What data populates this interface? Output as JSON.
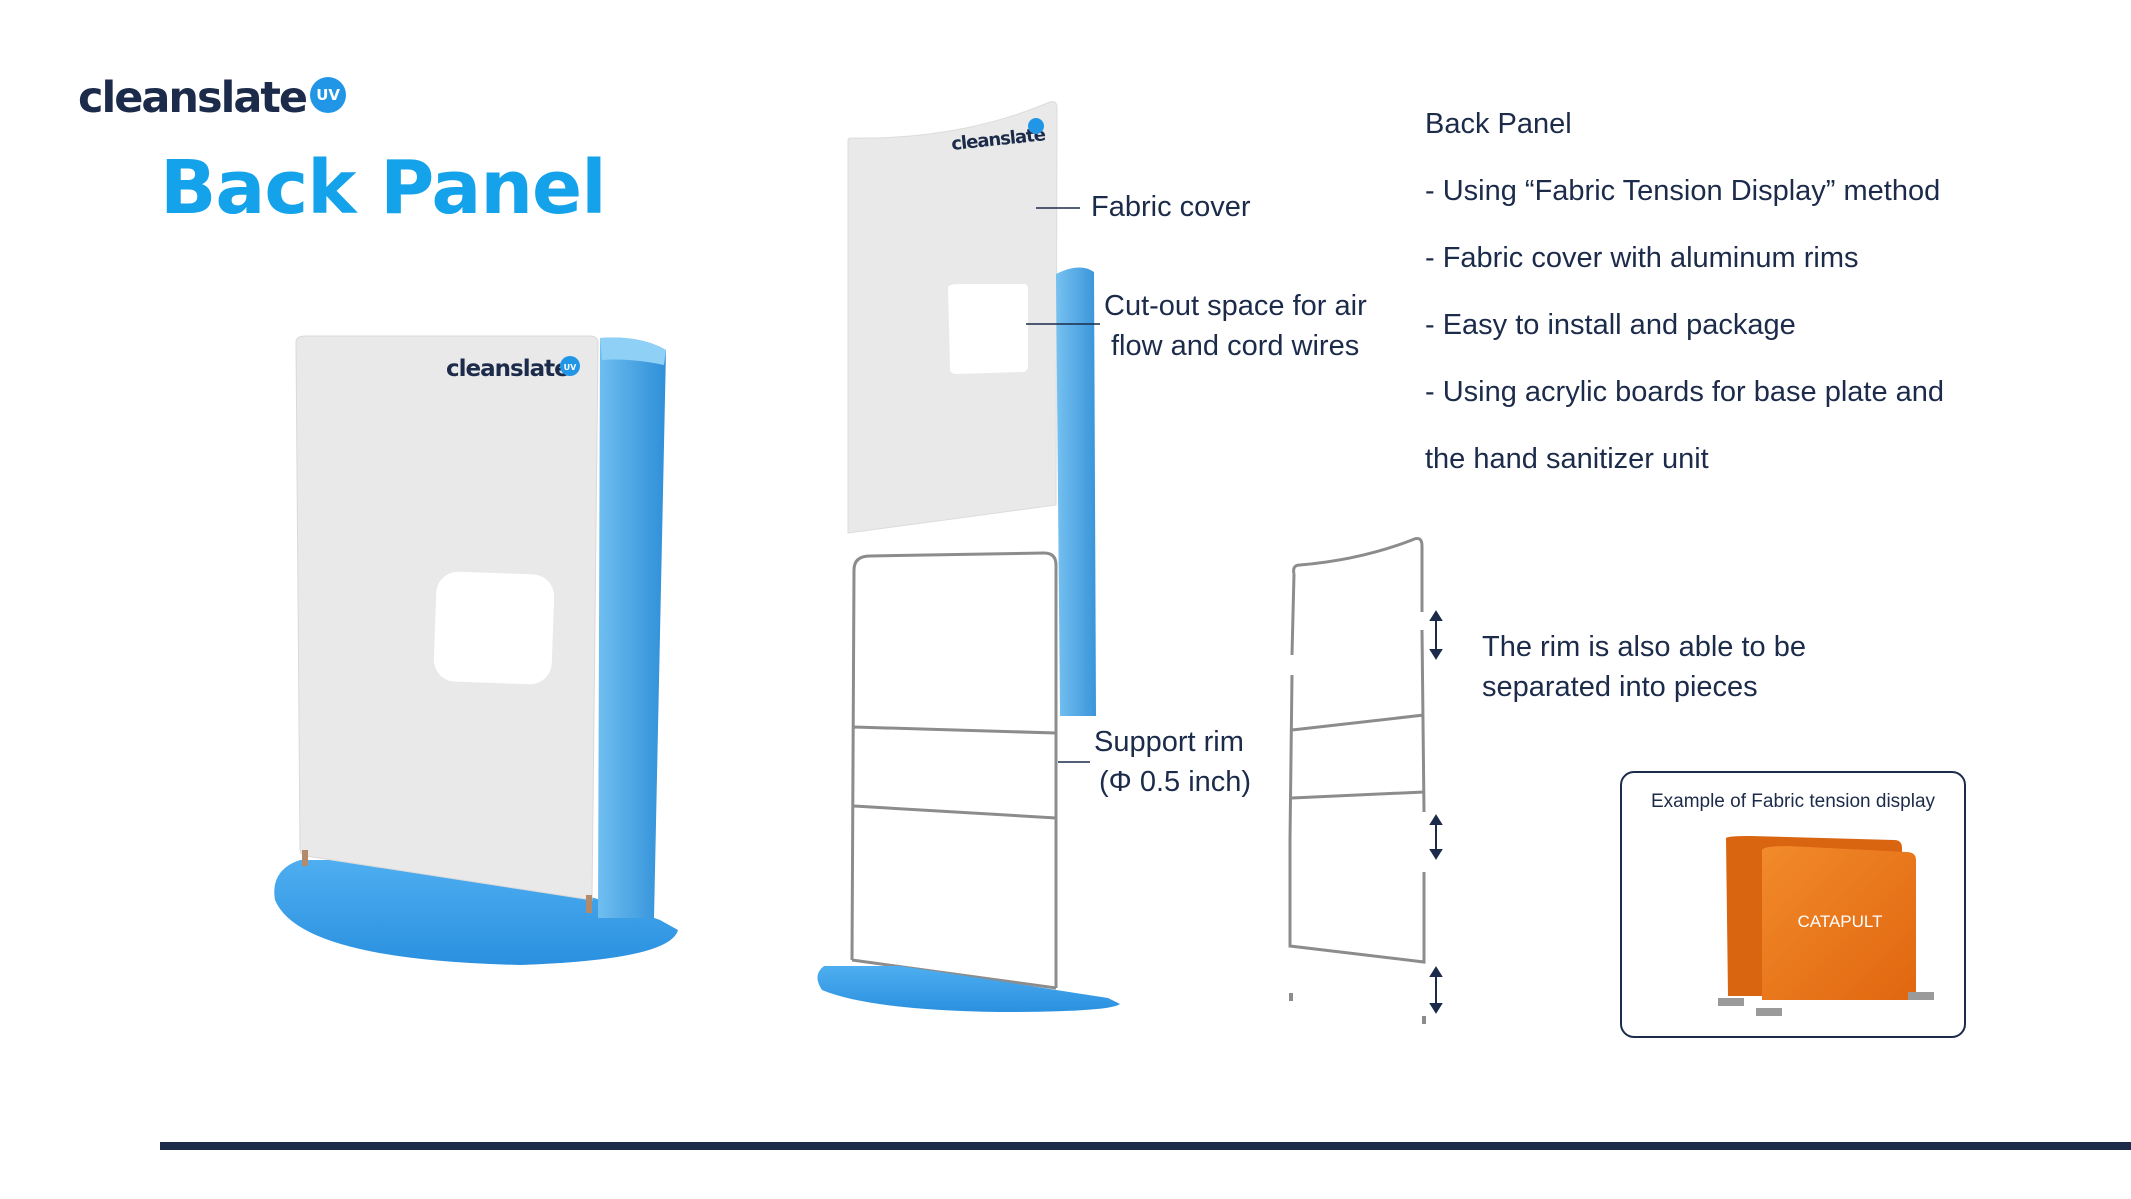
{
  "logo": {
    "text": "cleanslate",
    "badge": "UV"
  },
  "title": "Back Panel",
  "callouts": {
    "fabric_cover": "Fabric cover",
    "cutout_line1": "Cut-out space for air",
    "cutout_line2": "flow and cord wires",
    "support_rim_line1": "Support rim",
    "support_rim_line2": "(Φ 0.5 inch)",
    "rim_separate_line1": "The rim is also able to be",
    "rim_separate_line2": "separated into pieces"
  },
  "notes": {
    "heading": "Back Panel",
    "items": [
      "- Using “Fabric Tension Display” method",
      "- Fabric cover with aluminum rims",
      "- Easy to install and package",
      "- Using acrylic boards for base plate and",
      "the hand sanitizer unit"
    ]
  },
  "example": {
    "title": "Example of Fabric tension display",
    "brand": "CATAPULT"
  },
  "colors": {
    "brand_blue": "#14a3ea",
    "navy": "#1c2b4a",
    "acrylic_blue": "#3aa1e6",
    "fabric_gray": "#e9e9e9",
    "display_orange": "#f07a1e"
  }
}
